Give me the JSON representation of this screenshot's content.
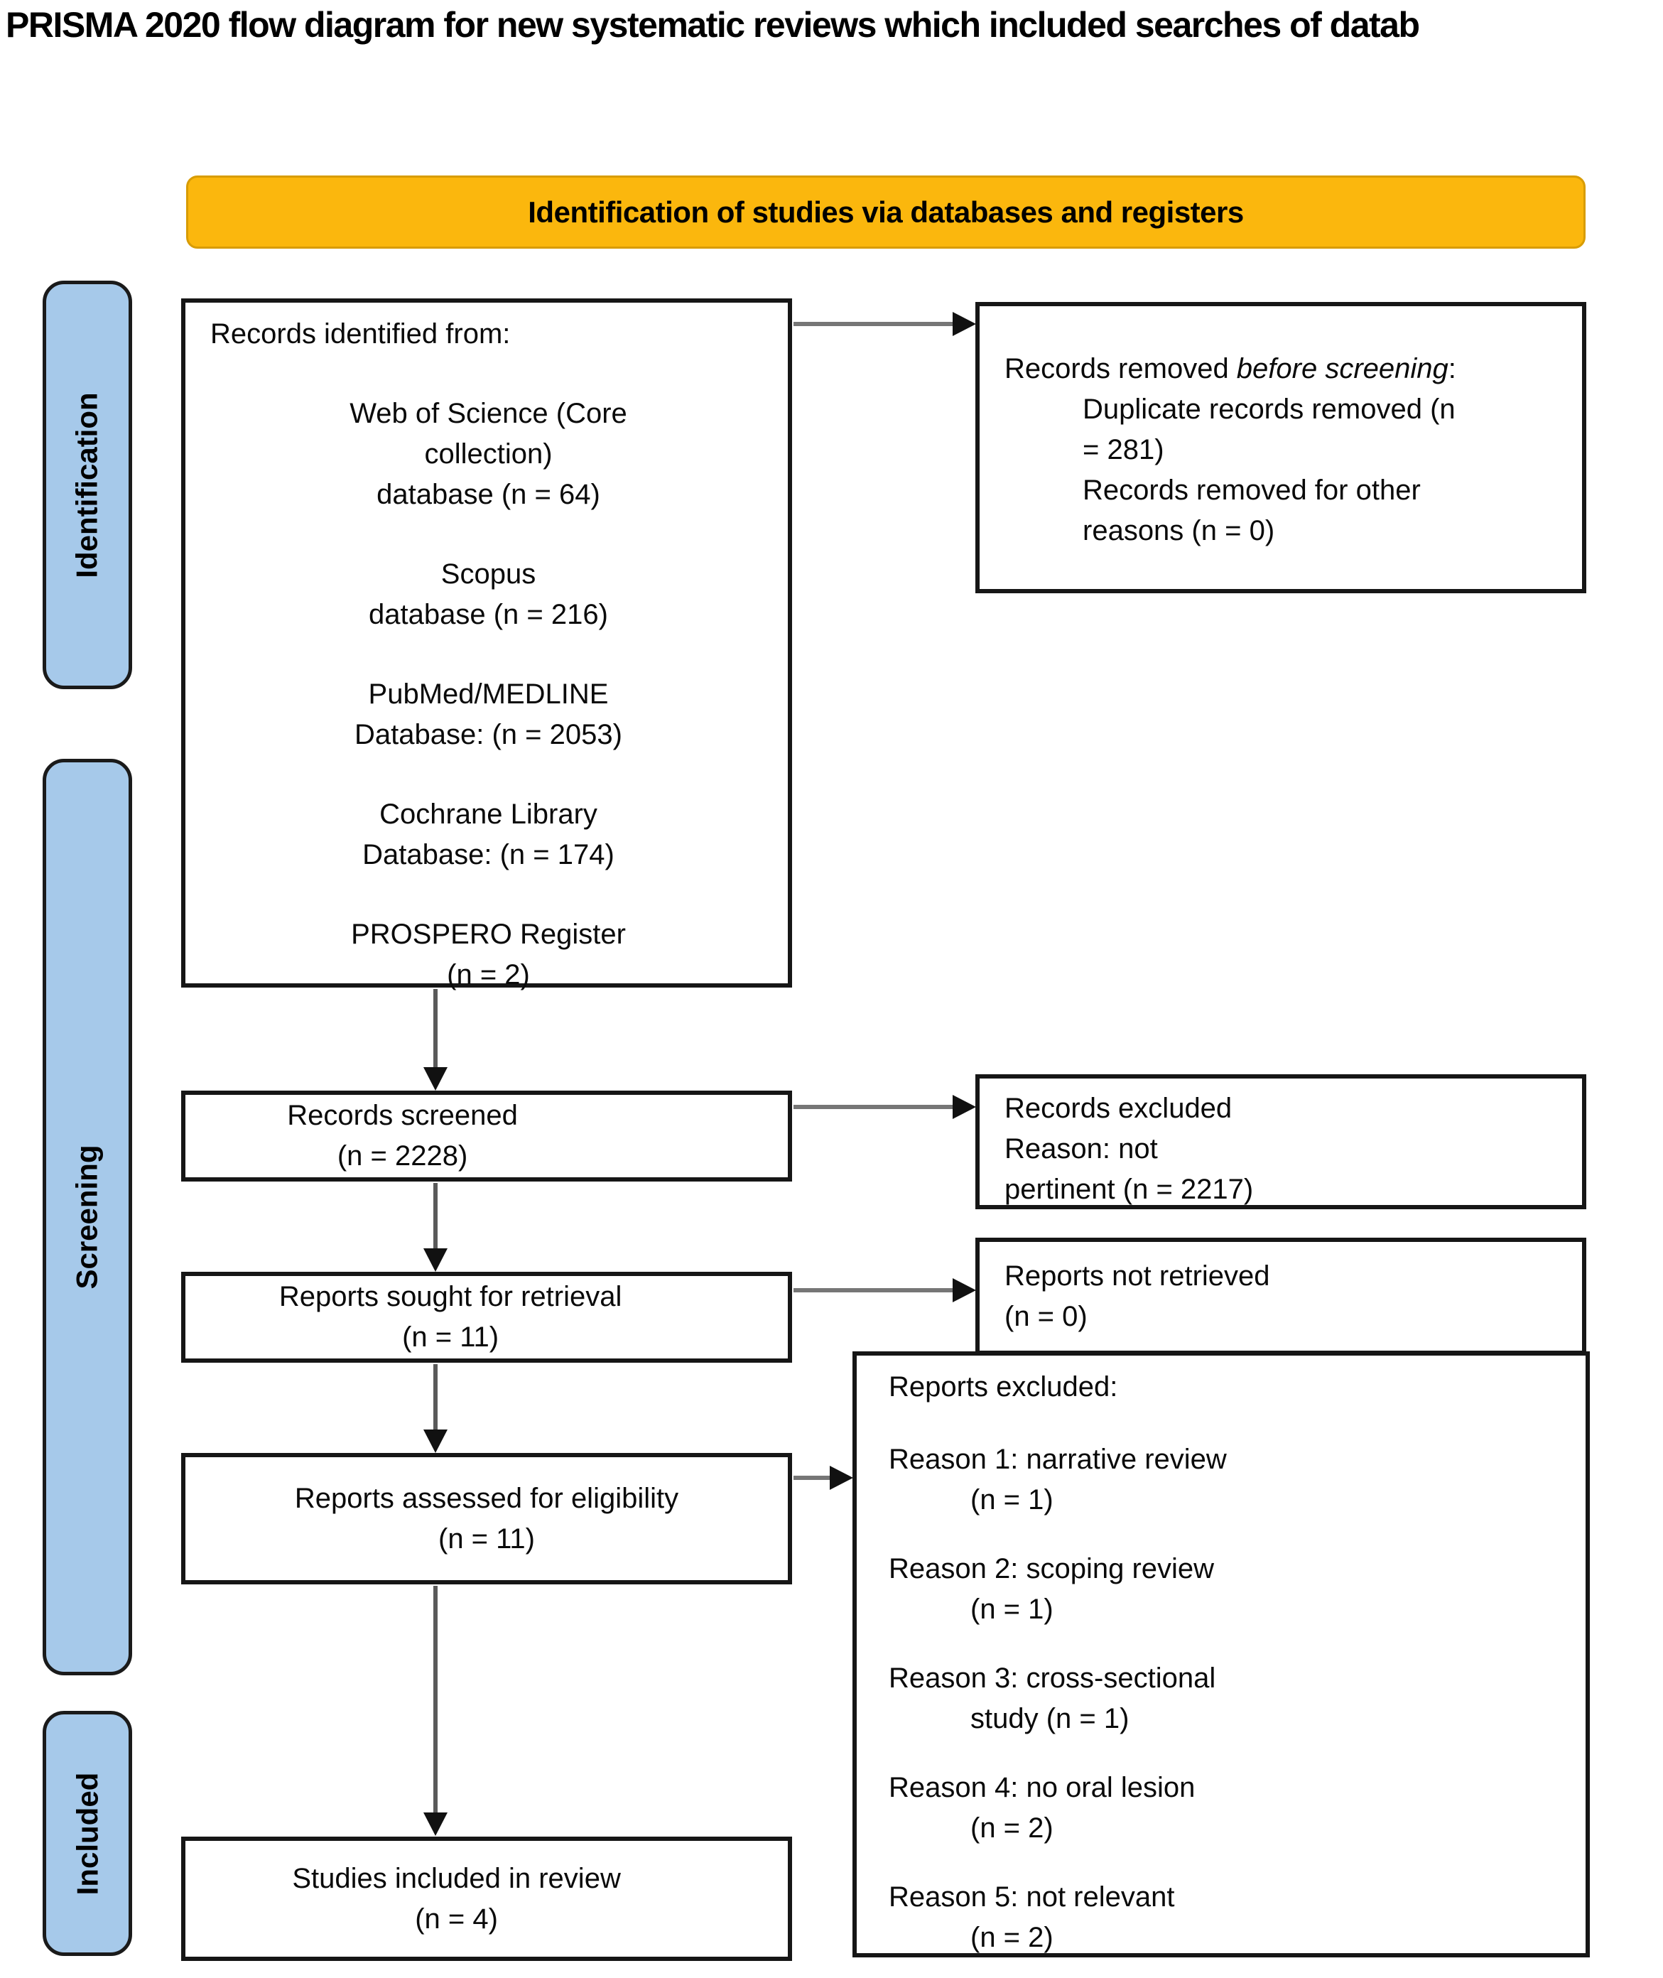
{
  "title": "PRISMA 2020 flow diagram for new systematic reviews which included searches of datab",
  "banner": {
    "label": "Identification of studies via databases and registers"
  },
  "colors": {
    "banner_bg": "#FBB70D",
    "sidebar_bg": "#A6C9EA",
    "box_border": "#161616",
    "arrow_line": "#767676",
    "arrow_head": "#111111"
  },
  "sidebar": {
    "stages": [
      {
        "label": "Identification"
      },
      {
        "label": "Screening"
      },
      {
        "label": "Included"
      }
    ]
  },
  "boxes": {
    "records_identified": {
      "heading": "Records identified from:",
      "sources": [
        {
          "lines": [
            "Web of Science (Core",
            "collection)",
            "database (n = 64)"
          ]
        },
        {
          "lines": [
            "Scopus",
            "database (n = 216)"
          ]
        },
        {
          "lines": [
            "PubMed/MEDLINE",
            "Database:  (n = 2053)"
          ]
        },
        {
          "lines": [
            "Cochrane Library",
            "Database: (n = 174)"
          ]
        },
        {
          "lines": [
            "PROSPERO Register",
            "(n = 2)"
          ]
        }
      ]
    },
    "records_removed": {
      "heading_prefix": "Records removed ",
      "heading_italic": "before screening",
      "heading_suffix": ":",
      "items": [
        "Duplicate records removed (n = 281)",
        "Records removed for other reasons (n = 0)"
      ]
    },
    "records_screened": {
      "lines": [
        "Records screened",
        "(n = 2228)"
      ]
    },
    "records_excluded": {
      "lines": [
        "Records excluded",
        "Reason: not",
        "pertinent (n = 2217)"
      ]
    },
    "reports_sought": {
      "lines": [
        "Reports sought for retrieval",
        "(n = 11)"
      ]
    },
    "reports_not_retrieved": {
      "lines": [
        "Reports not retrieved",
        "(n = 0)"
      ]
    },
    "reports_assessed": {
      "lines": [
        "Reports assessed for eligibility",
        "(n = 11)"
      ]
    },
    "reports_excluded": {
      "heading": "Reports excluded:",
      "reasons": [
        {
          "line1": "Reason 1: narrative review",
          "line2": "(n = 1)"
        },
        {
          "line1": "Reason 2: scoping review",
          "line2": "(n = 1)"
        },
        {
          "line1": "Reason 3: cross-sectional",
          "line2": "study (n = 1)"
        },
        {
          "line1": "Reason 4: no oral lesion",
          "line2": "(n = 2)"
        },
        {
          "line1": "Reason 5: not relevant",
          "line2": "(n = 2)"
        }
      ]
    },
    "studies_included": {
      "lines": [
        "Studies included in review",
        "(n = 4)"
      ]
    }
  }
}
